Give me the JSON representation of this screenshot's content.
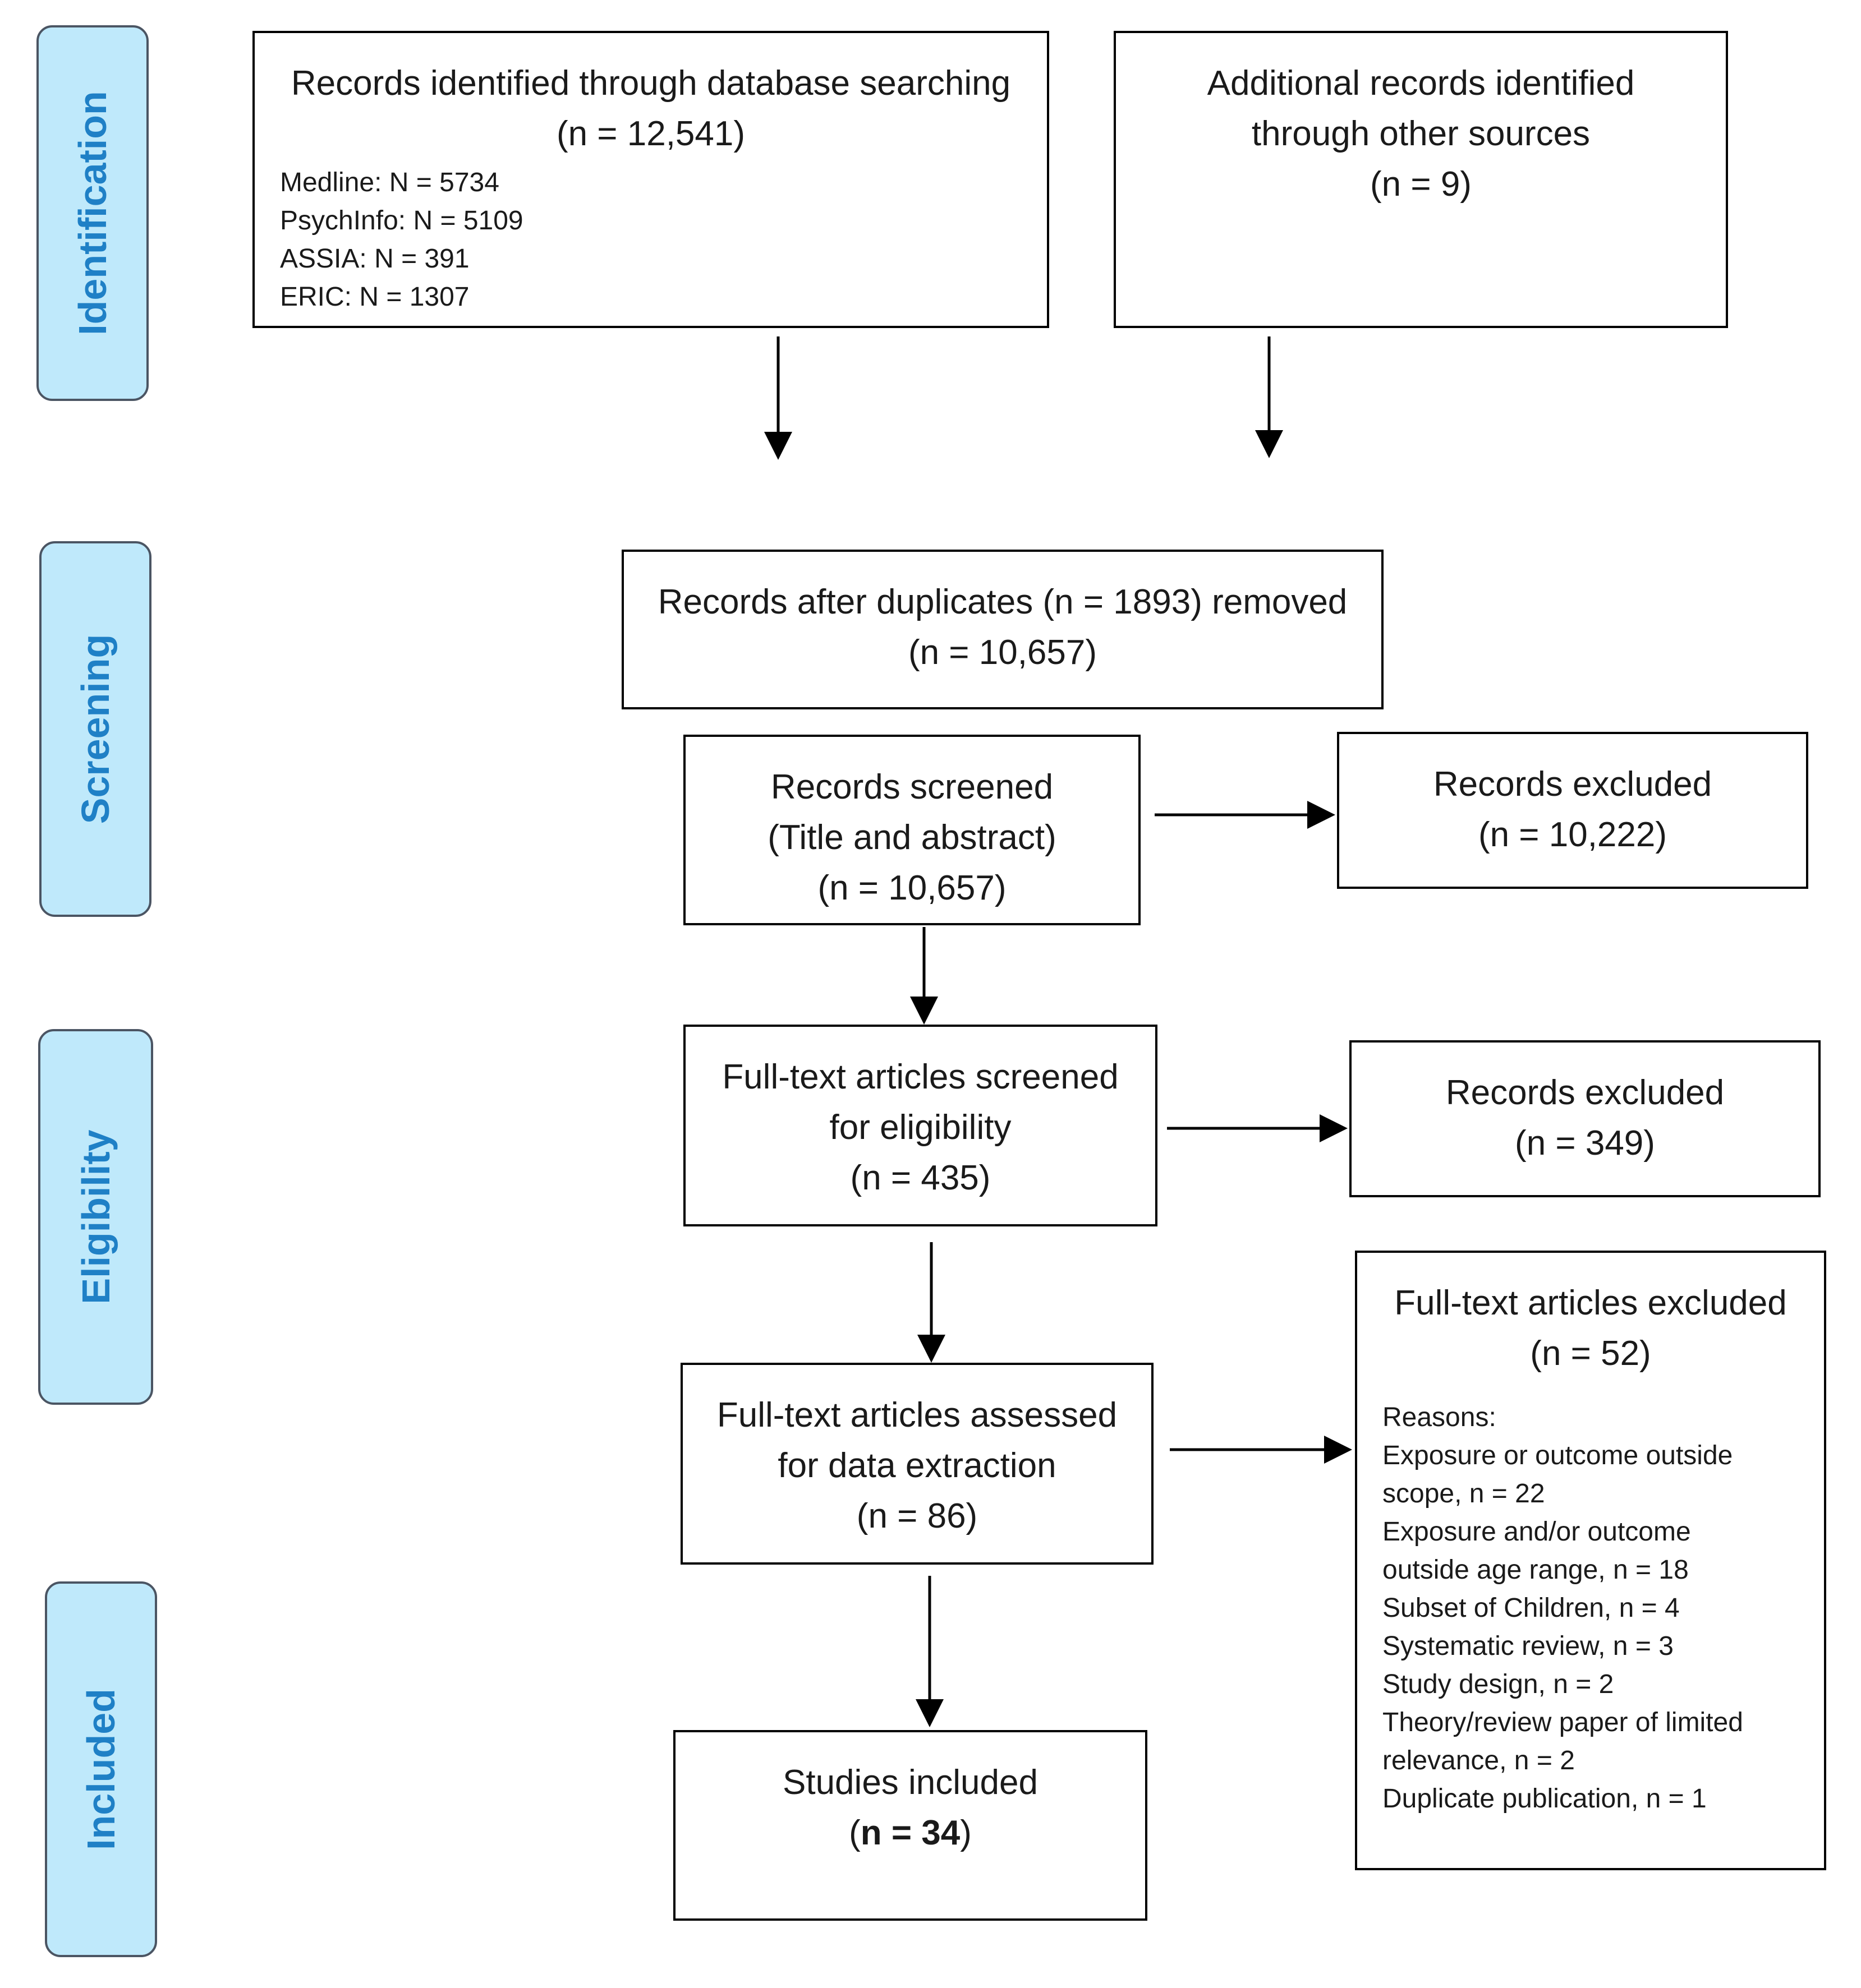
{
  "phases": {
    "identification": "Identification",
    "screening": "Screening",
    "eligibility": "Eligibility",
    "included": "Included"
  },
  "boxes": {
    "db_search": {
      "title": "Records identified through database searching",
      "count": "(n = 12,541)",
      "sources": [
        "Medline: N = 5734",
        "PsychInfo: N = 5109",
        "ASSIA: N = 391",
        "ERIC: N =  1307"
      ]
    },
    "other_sources": {
      "line1": "Additional records identified",
      "line2": "through other sources",
      "count": "(n = 9)"
    },
    "after_duplicates": {
      "line1": "Records after duplicates (n = 1893) removed",
      "count": "(n = 10,657)"
    },
    "screened": {
      "line1": "Records screened",
      "line2": "(Title and abstract)",
      "count": "(n = 10,657)"
    },
    "excluded_screening": {
      "title": "Records excluded",
      "count": "(n = 10,222)"
    },
    "fulltext_screened": {
      "line1": "Full-text articles screened",
      "line2": "for eligibility",
      "count": "(n = 435)"
    },
    "excluded_eligibility": {
      "title": "Records excluded",
      "count": "(n = 349)"
    },
    "assessed": {
      "line1": "Full-text articles assessed",
      "line2": "for data extraction",
      "count": "(n = 86)"
    },
    "fulltext_excluded": {
      "title": "Full-text articles excluded",
      "count": "(n = 52)",
      "reasons_label": "Reasons:",
      "reasons": [
        "Exposure or outcome outside",
        "scope, n = 22",
        "Exposure and/or outcome",
        "outside age range, n = 18",
        "Subset of Children, n = 4",
        "Systematic review, n = 3",
        "Study design, n = 2",
        "Theory/review paper of limited",
        "relevance, n = 2",
        "Duplicate publication, n = 1"
      ]
    },
    "included": {
      "title": "Studies included",
      "paren_open": "(",
      "count": "n = 34",
      "paren_close": ")"
    }
  }
}
